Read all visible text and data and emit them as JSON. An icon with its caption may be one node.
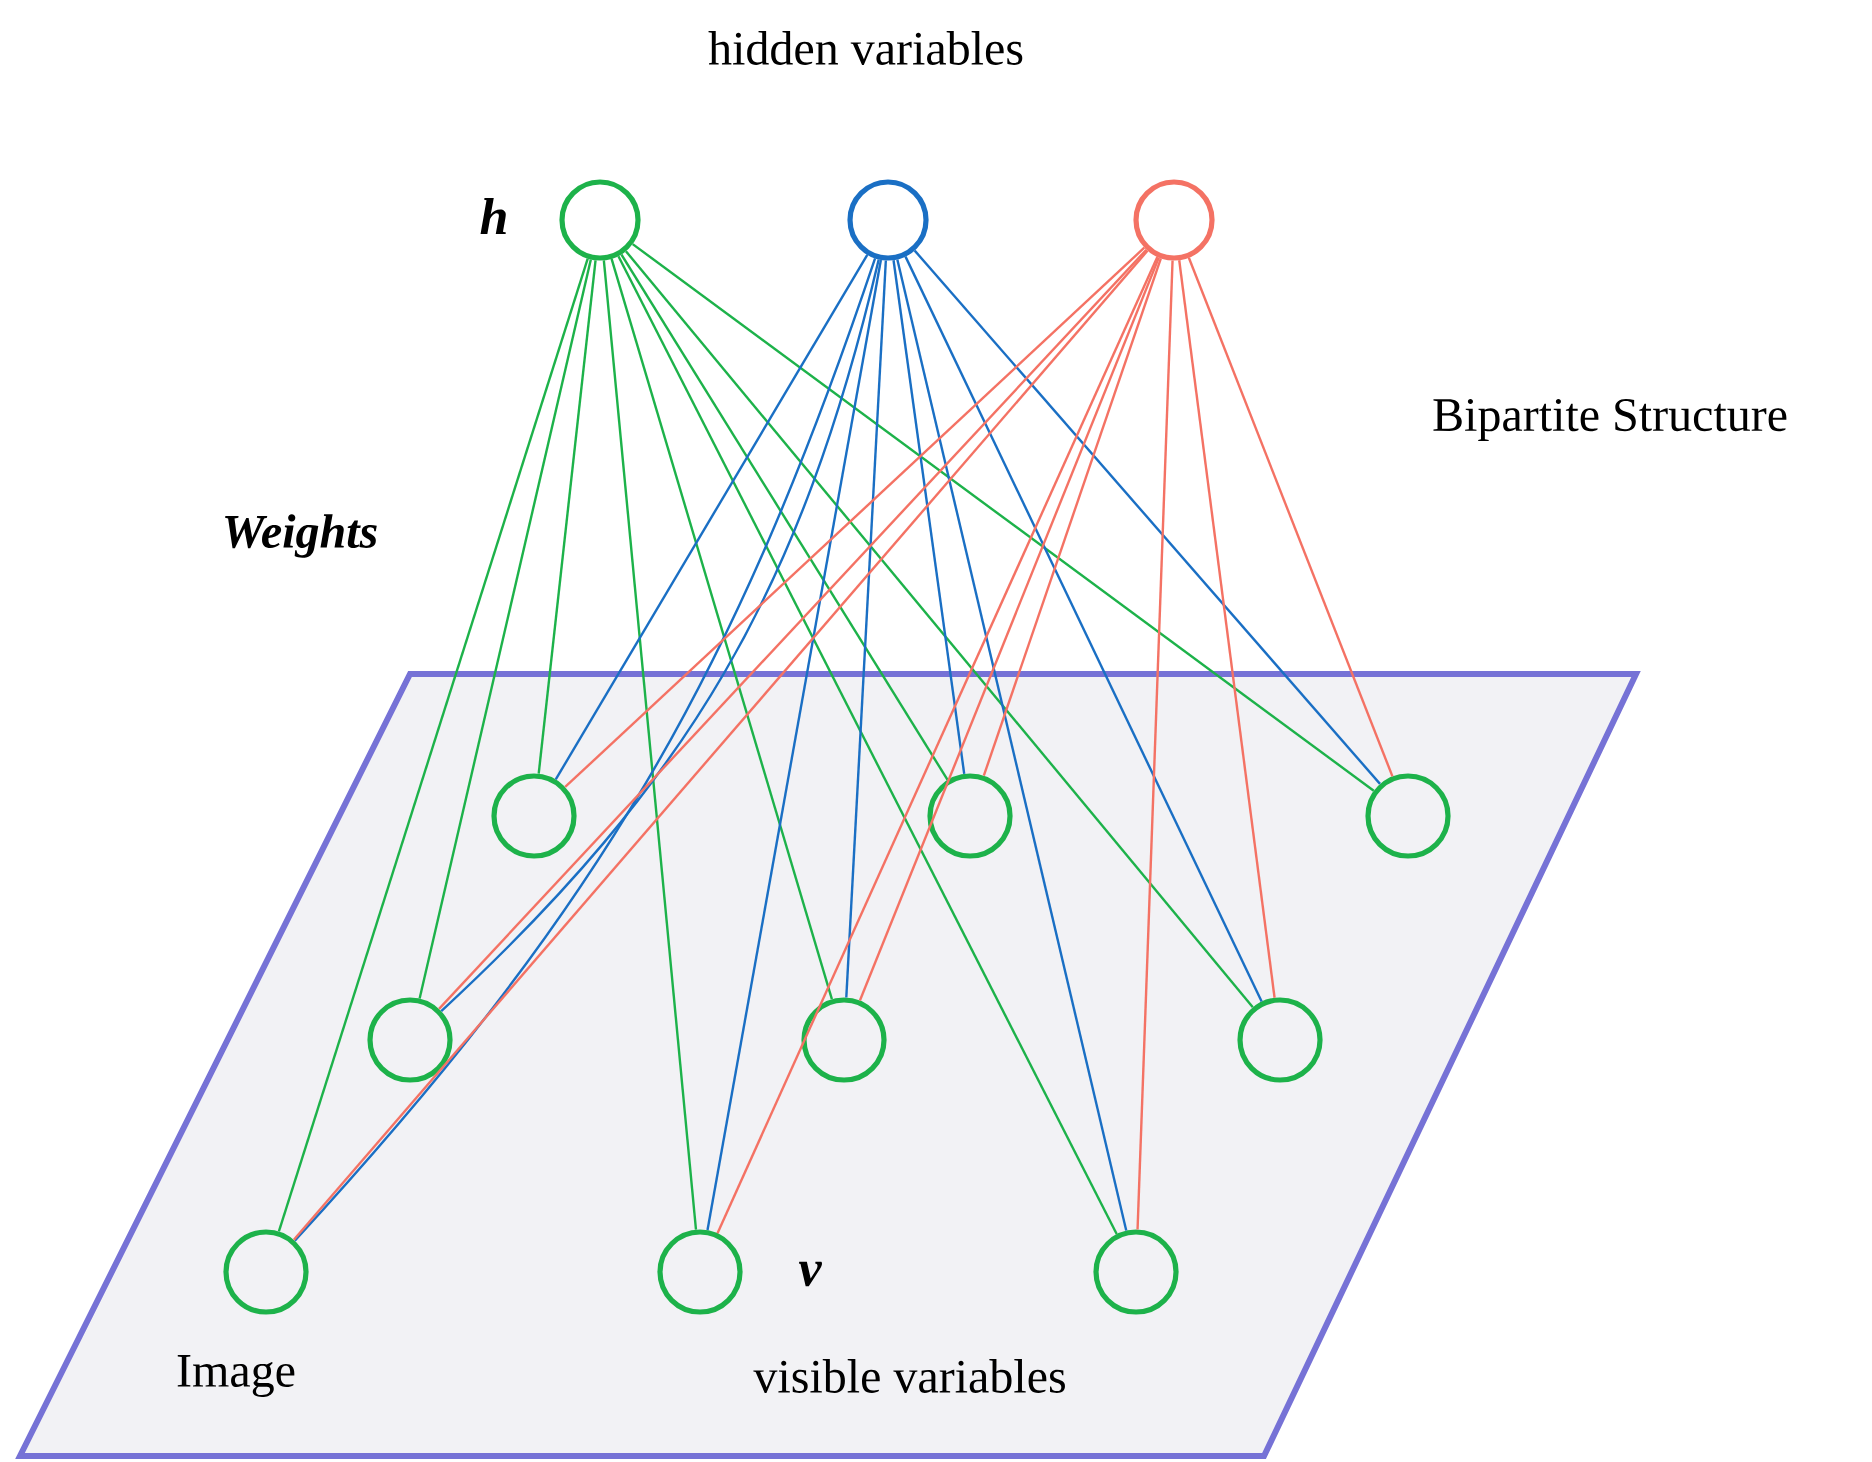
{
  "diagram": {
    "nodes": [
      {
        "text": [],
        "shape": "circle",
        "beside": [
          "h"
        ]
      },
      {
        "text": [],
        "shape": "circle"
      },
      {
        "text": [],
        "shape": "circle"
      },
      {
        "text": [
          "Image",
          "visible variables"
        ]
      },
      {
        "text": [],
        "shape": "circle",
        "in": 3
      },
      {
        "text": [],
        "shape": "circle",
        "in": 3
      },
      {
        "text": [],
        "shape": "circle",
        "in": 3
      },
      {
        "text": [],
        "shape": "circle",
        "in": 3
      },
      {
        "text": [],
        "shape": "circle",
        "in": 3
      },
      {
        "text": [],
        "shape": "circle",
        "in": 3
      },
      {
        "text": [],
        "shape": "circle",
        "in": 3
      },
      {
        "text": [],
        "shape": "circle",
        "in": 3,
        "beside": [
          "v"
        ]
      },
      {
        "text": [],
        "shape": "circle",
        "in": 3
      }
    ],
    "edges": [
      {
        "from": 0,
        "to": 4,
        "arrow": "none",
        "color": "#1db24a"
      },
      {
        "from": 0,
        "to": 5,
        "arrow": "none",
        "color": "#1db24a"
      },
      {
        "from": 0,
        "to": 6,
        "arrow": "none",
        "color": "#1db24a"
      },
      {
        "from": 0,
        "to": 7,
        "arrow": "none",
        "color": "#1db24a"
      },
      {
        "from": 0,
        "to": 8,
        "arrow": "none",
        "color": "#1db24a"
      },
      {
        "from": 0,
        "to": 9,
        "arrow": "none",
        "color": "#1db24a"
      },
      {
        "from": 0,
        "to": 10,
        "arrow": "none",
        "color": "#1db24a"
      },
      {
        "from": 0,
        "to": 11,
        "arrow": "none",
        "color": "#1db24a"
      },
      {
        "from": 0,
        "to": 12,
        "arrow": "none",
        "color": "#1db24a"
      },
      {
        "from": 1,
        "to": 4,
        "arrow": "none",
        "color": "#1a6fc4"
      },
      {
        "from": 1,
        "to": 5,
        "arrow": "none",
        "color": "#1a6fc4"
      },
      {
        "from": 1,
        "to": 6,
        "arrow": "none",
        "color": "#1a6fc4"
      },
      {
        "from": 1,
        "to": 7,
        "arrow": "none",
        "color": "#1a6fc4"
      },
      {
        "from": 1,
        "to": 8,
        "arrow": "none",
        "color": "#1a6fc4"
      },
      {
        "from": 1,
        "to": 9,
        "arrow": "none",
        "color": "#1a6fc4"
      },
      {
        "from": 1,
        "to": 10,
        "arrow": "none",
        "color": "#1a6fc4"
      },
      {
        "from": 1,
        "to": 11,
        "arrow": "none",
        "color": "#1a6fc4"
      },
      {
        "from": 1,
        "to": 12,
        "arrow": "none",
        "color": "#1a6fc4"
      },
      {
        "from": 2,
        "to": 4,
        "arrow": "none",
        "color": "#f47264"
      },
      {
        "from": 2,
        "to": 5,
        "arrow": "none",
        "color": "#f47264"
      },
      {
        "from": 2,
        "to": 6,
        "arrow": "none",
        "color": "#f47264"
      },
      {
        "from": 2,
        "to": 7,
        "arrow": "none",
        "color": "#f47264"
      },
      {
        "from": 2,
        "to": 8,
        "arrow": "none",
        "color": "#f47264"
      },
      {
        "from": 2,
        "to": 9,
        "arrow": "none",
        "color": "#f47264"
      },
      {
        "from": 2,
        "to": 10,
        "arrow": "none",
        "color": "#f47264"
      },
      {
        "from": 2,
        "to": 11,
        "arrow": "none",
        "color": "#f47264"
      },
      {
        "from": 2,
        "to": 12,
        "arrow": "none",
        "color": "#f47264"
      }
    ],
    "labels": [
      "hidden variables",
      "Bipartite Structure",
      "Weights"
    ]
  }
}
